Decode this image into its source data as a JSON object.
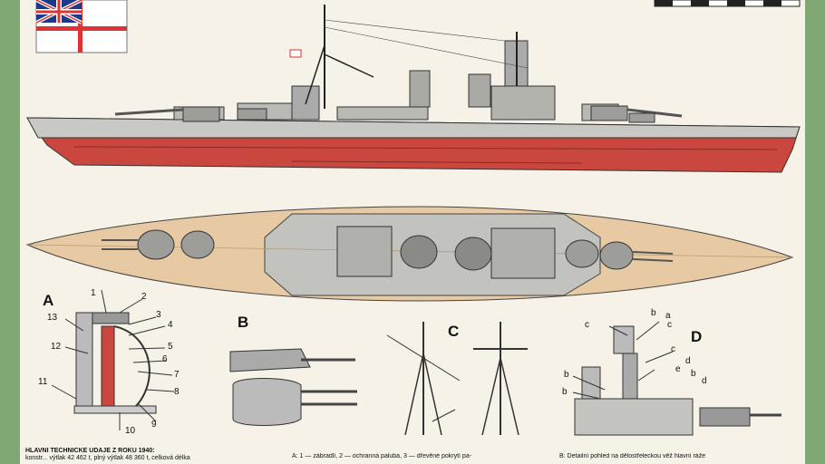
{
  "section_letters": {
    "a": "A",
    "b": "B",
    "c": "C",
    "d": "D"
  },
  "detail_a_callouts": [
    "1",
    "2",
    "3",
    "4",
    "5",
    "6",
    "7",
    "8",
    "9",
    "10",
    "11",
    "12",
    "13"
  ],
  "detail_d_callouts": [
    "b",
    "a",
    "c",
    "c",
    "c",
    "d",
    "e",
    "b",
    "d",
    "b",
    "b"
  ],
  "footer": {
    "heading": "HLAVNÍ TECHNICKÉ ÚDAJE Z ROKU 1940:",
    "line1": "konstr... výtlak 42 462 t, plný výtlak 48 360 t, celková délka",
    "col2_line1": "A: 1 — zábradlí, 2 — ochranná paluba, 3 — dřevěné pokrytí pa-",
    "col3_line1": "B: Detailní pohled na dělostřeleckou věž hlavní ráže"
  },
  "colors": {
    "hull_red": "#c9473e",
    "hull_grey": "#c8c8c4",
    "deck_wood": "#e7c9a3",
    "background_green": "#7fa874"
  }
}
